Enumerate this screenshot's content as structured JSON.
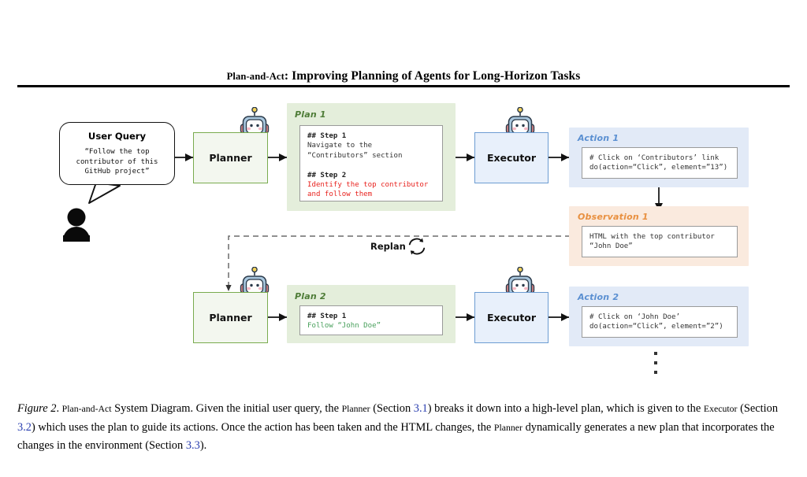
{
  "header": {
    "title_smallcaps": "Plan-and-Act",
    "title_rest": ": Improving Planning of Agents for Long-Horizon Tasks"
  },
  "user_query": {
    "title": "User Query",
    "text": "“Follow the top\ncontributor of this\nGitHub project”"
  },
  "agents": {
    "planner_label": "Planner",
    "executor_label": "Executor"
  },
  "replan": {
    "label": "Replan",
    "icon": "refresh-cycle-icon"
  },
  "panels": [
    {
      "id": "plan-1",
      "label": "Plan 1",
      "kind": "plan",
      "color": "#4e7c37",
      "background": "#e4eedb",
      "lines": [
        {
          "text": "## Step 1",
          "bold": true,
          "color": "#222222"
        },
        {
          "text": "Navigate to the",
          "bold": false,
          "color": "#333333"
        },
        {
          "text": "“Contributors” section",
          "bold": false,
          "color": "#333333"
        },
        {
          "text": "",
          "bold": false,
          "color": "#333333"
        },
        {
          "text": "## Step 2",
          "bold": true,
          "color": "#e8231f"
        },
        {
          "text": "Identify the top contributor",
          "bold": false,
          "color": "#e8231f"
        },
        {
          "text": "and follow them",
          "bold": false,
          "color": "#e8231f"
        }
      ]
    },
    {
      "id": "action-1",
      "label": "Action 1",
      "kind": "action",
      "color": "#5a8fd1",
      "background": "#e2eaf7",
      "lines": [
        {
          "text": "# Click on ‘Contributors’ link",
          "bold": false,
          "color": "#333333"
        },
        {
          "text": "do(action=“Click”, element=”13”)",
          "bold": false,
          "color": "#333333"
        }
      ]
    },
    {
      "id": "observation-1",
      "label": "Observation 1",
      "kind": "observation",
      "color": "#e89040",
      "background": "#faeade",
      "lines": [
        {
          "text": "HTML with the top contributor",
          "bold": false,
          "color": "#333333"
        },
        {
          "text": "“John Doe”",
          "bold": false,
          "color": "#333333"
        }
      ]
    },
    {
      "id": "plan-2",
      "label": "Plan 2",
      "kind": "plan",
      "color": "#4e7c37",
      "background": "#e4eedb",
      "lines": [
        {
          "text": "## Step 1",
          "bold": true,
          "color": "#49a05c"
        },
        {
          "text": "Follow “John Doe”",
          "bold": false,
          "color": "#49a05c"
        }
      ]
    },
    {
      "id": "action-2",
      "label": "Action 2",
      "kind": "action",
      "color": "#5a8fd1",
      "background": "#e2eaf7",
      "lines": [
        {
          "text": "# Click on ‘John Doe’",
          "bold": false,
          "color": "#333333"
        },
        {
          "text": "do(action=“Click”, element=”2”)",
          "bold": false,
          "color": "#333333"
        }
      ]
    }
  ],
  "continuation": {
    "glyph": "vertical-ellipsis"
  },
  "icons": {
    "robot": "robot-icon",
    "person": "person-silhouette-icon"
  },
  "caption": {
    "figure_label": "Figure 2",
    "sc_title": "Plan-and-Act",
    "t1": ". ",
    "t2": " System Diagram. Given the initial user query, the ",
    "sc_planner": "Planner",
    "t3": " (Section ",
    "ref1": "3.1",
    "t4": ") breaks it down into a high-level plan, which is given to the ",
    "sc_executor": "Executor",
    "t5": " (Section ",
    "ref2": "3.2",
    "t6": ") which uses the plan to guide its actions. Once the action has been taken and the HTML changes, the ",
    "sc_planner2": "Planner",
    "t7": " dynamically generates a new plan that incorporates the changes in the environment (Section ",
    "ref3": "3.3",
    "t8": ")."
  }
}
